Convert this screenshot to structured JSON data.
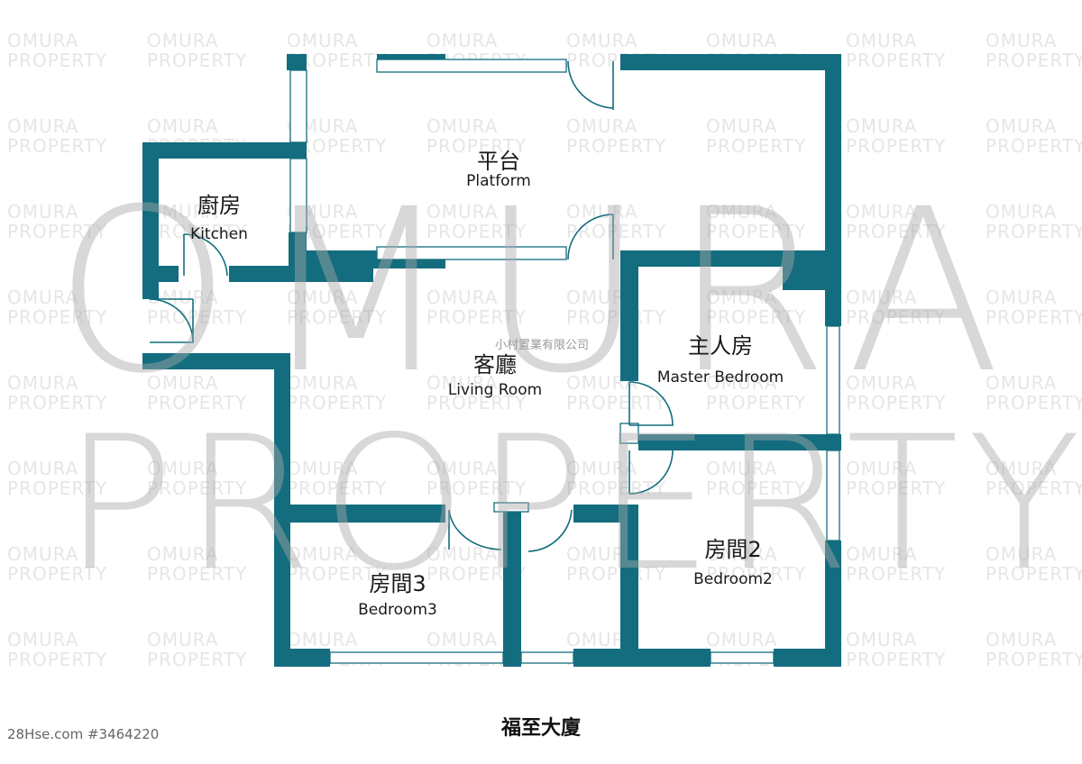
{
  "watermark": {
    "line1": "OMURA",
    "line2": "PROPERTY"
  },
  "company": "小村置業有限公司",
  "building_name": "福至大廈",
  "listing_id": "28Hse.com #3464220",
  "rooms": {
    "platform": {
      "zh": "平台",
      "en": "Platform"
    },
    "kitchen": {
      "zh": "廚房",
      "en": "Kitchen"
    },
    "living": {
      "zh": "客廳",
      "en": "Living Room"
    },
    "master": {
      "zh": "主人房",
      "en": "Master Bedroom"
    },
    "bedroom2": {
      "zh": "房間2",
      "en": "Bedroom2"
    },
    "bedroom3": {
      "zh": "房間3",
      "en": "Bedroom3"
    }
  },
  "colors": {
    "wall": "#136d7e",
    "watermark_small": "#e6e6e6",
    "watermark_big": "#a8a8a8"
  }
}
